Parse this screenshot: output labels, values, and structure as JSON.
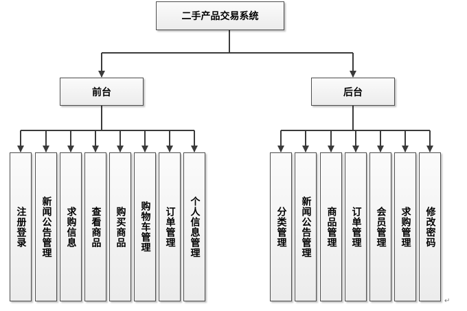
{
  "diagram": {
    "root": "二手产品交易系统",
    "branches": [
      {
        "label": "前台",
        "leaves": [
          "注册登录",
          "新闻公告管理",
          "求购信息",
          "查看商品",
          "购买商品",
          "购物车管理",
          "订单管理",
          "个人信息管理"
        ]
      },
      {
        "label": "后台",
        "leaves": [
          "分类管理",
          "新闻公告管理",
          "商品管理",
          "订单管理",
          "会员管理",
          "求购管理",
          "修改密码"
        ]
      }
    ],
    "return_mark": "↵"
  }
}
